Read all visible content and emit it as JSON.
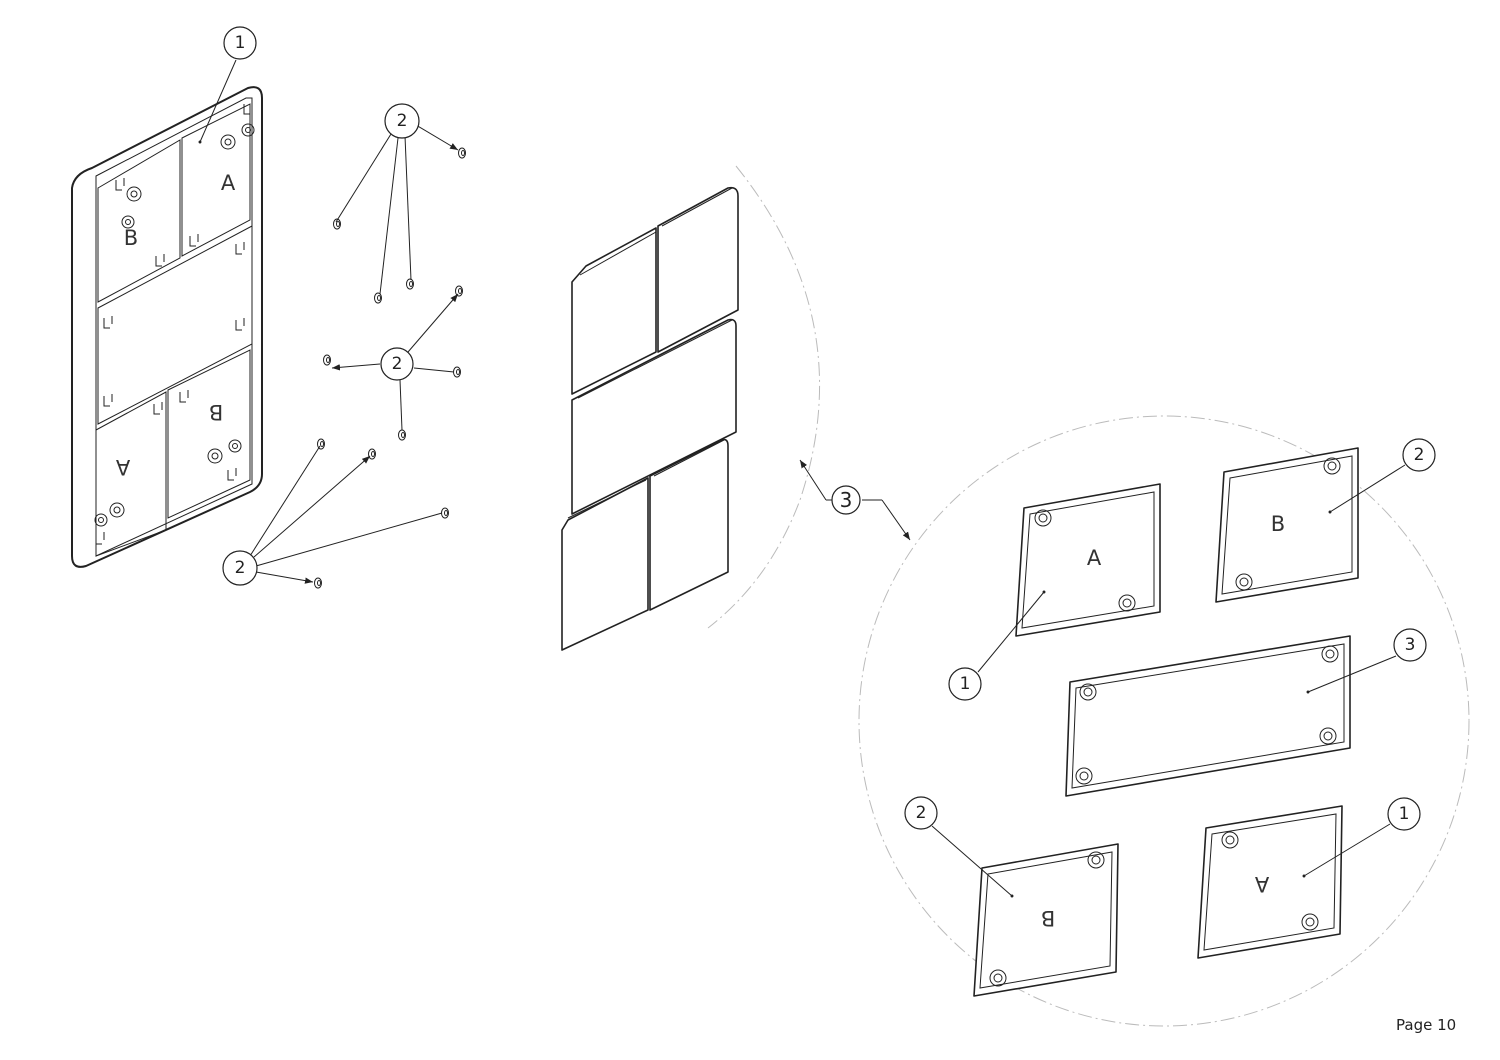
{
  "balloons": {
    "one": "1",
    "two": "2",
    "three": "3"
  },
  "panel_letters": {
    "a": "A",
    "b": "B"
  },
  "footer": {
    "page_label": "Page 10"
  }
}
